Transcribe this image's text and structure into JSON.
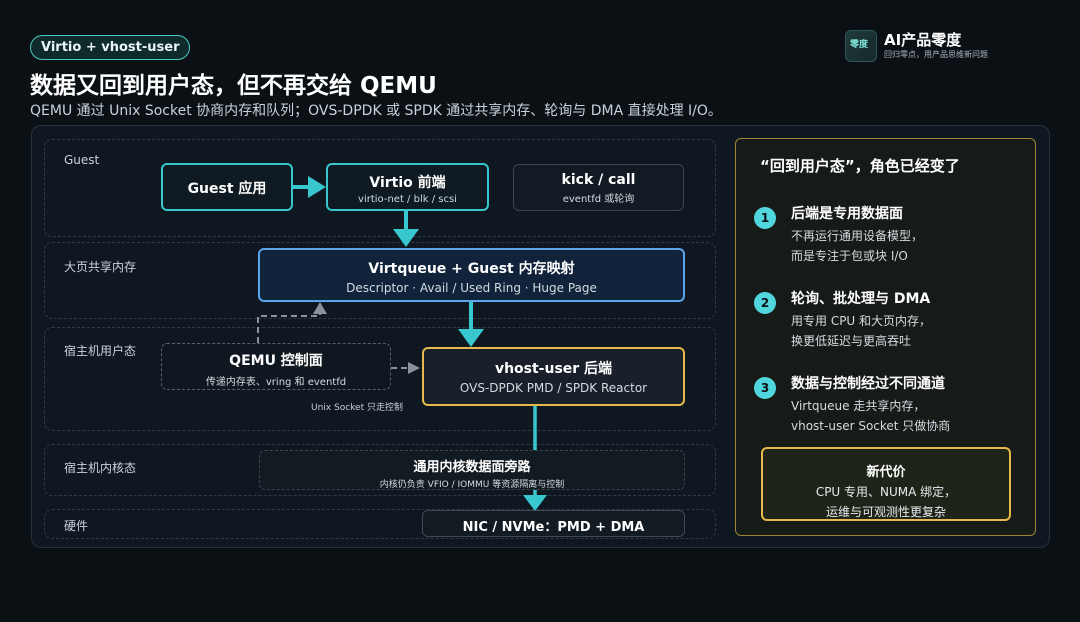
{
  "header": {
    "tag": "Virtio + vhost-user",
    "title": "数据又回到用户态，但不再交给 QEMU",
    "subtitle": "QEMU 通过 Unix Socket 协商内存和队列；OVS-DPDK 或 SPDK 通过共享内存、轮询与 DMA 直接处理 I/O。"
  },
  "brand": {
    "logo_text": "零度",
    "name": "AI产品零度",
    "slogan": "回归零点，用产品思维新问题"
  },
  "lanes": {
    "guest": "Guest",
    "hugepage": "大页共享内存",
    "host_user": "宿主机用户态",
    "host_kernel": "宿主机内核态",
    "hardware": "硬件"
  },
  "nodes": {
    "guest_app": {
      "title": "Guest 应用"
    },
    "virtio_frontend": {
      "title": "Virtio 前端",
      "sub": "virtio-net / blk / scsi"
    },
    "kick_call": {
      "title": "kick / call",
      "sub": "eventfd 或轮询"
    },
    "virtqueue": {
      "title": "Virtqueue + Guest 内存映射",
      "sub": "Descriptor · Avail / Used Ring · Huge Page"
    },
    "qemu_control": {
      "title": "QEMU 控制面",
      "sub": "传递内存表、vring 和 eventfd"
    },
    "vhost_backend": {
      "title": "vhost-user 后端",
      "sub": "OVS-DPDK PMD / SPDK Reactor"
    },
    "unix_socket_note": "Unix Socket 只走控制",
    "kernel_bypass": {
      "title": "通用内核数据面旁路",
      "sub": "内核仍负责 VFIO / IOMMU 等资源隔离与控制"
    },
    "nic": {
      "title": "NIC / NVMe：PMD + DMA"
    }
  },
  "sidebar": {
    "title": "“回到用户态”，角色已经变了",
    "points": [
      {
        "num": "1",
        "head": "后端是专用数据面",
        "lines": [
          "不再运行通用设备模型，",
          "而是专注于包或块 I/O"
        ]
      },
      {
        "num": "2",
        "head": "轮询、批处理与 DMA",
        "lines": [
          "用专用 CPU 和大页内存，",
          "换更低延迟与更高吞吐"
        ]
      },
      {
        "num": "3",
        "head": "数据与控制经过不同通道",
        "lines": [
          "Virtqueue 走共享内存，",
          "vhost-user Socket 只做协商"
        ]
      }
    ],
    "cost": {
      "title": "新代价",
      "lines": [
        "CPU 专用、NUMA 绑定，",
        "运维与可观测性更复杂"
      ]
    }
  },
  "colors": {
    "teal": "#38c6cf",
    "blue": "#5aa4ea",
    "gold": "#e6b94e",
    "arrow_gray": "#8a939c"
  }
}
